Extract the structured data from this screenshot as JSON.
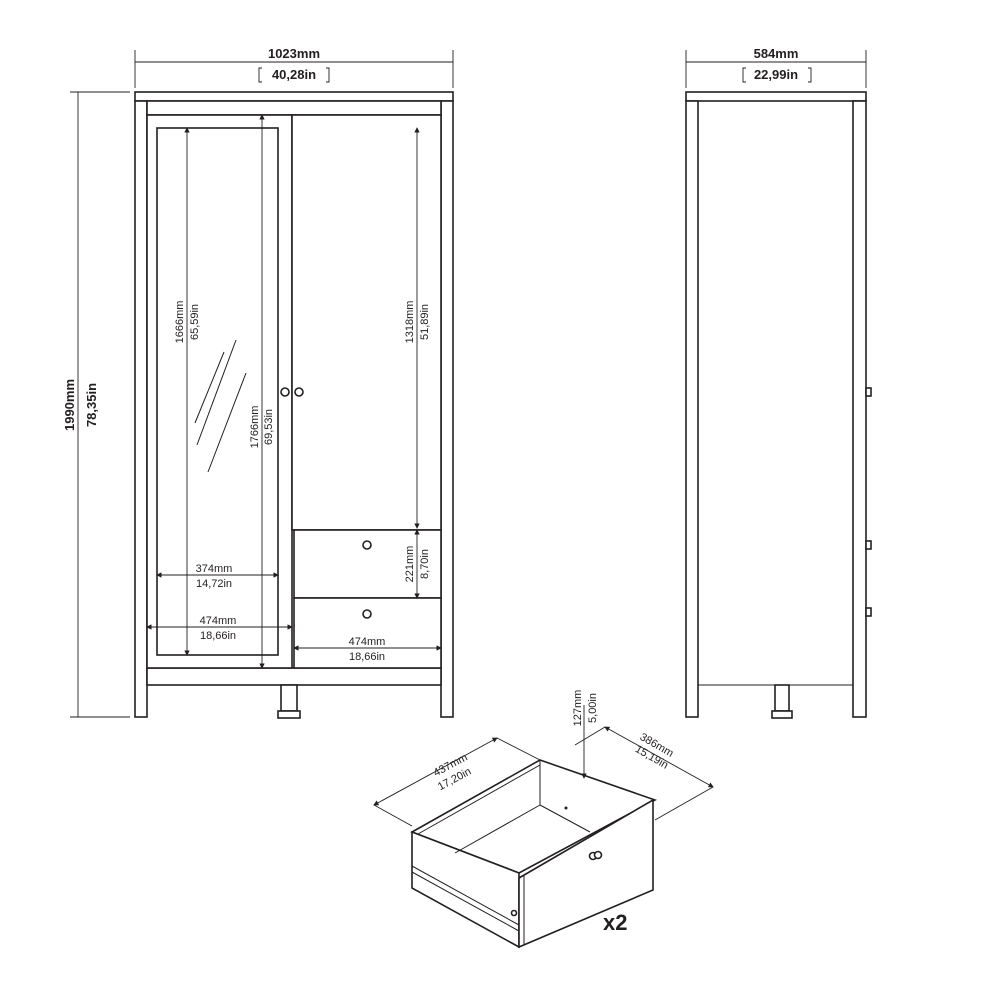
{
  "front_view": {
    "width": {
      "mm": "1023mm",
      "in": "40,28in"
    },
    "height": {
      "mm": "1990mm",
      "in": "78,35in"
    },
    "mirror_height": {
      "mm": "1666mm",
      "in": "65,59in"
    },
    "door_height": {
      "mm": "1766mm",
      "in": "69,53in"
    },
    "cabinet_height": {
      "mm": "1318mm",
      "in": "51,89in"
    },
    "drawer_height": {
      "mm": "221mm",
      "in": "8,70in"
    },
    "mirror_width": {
      "mm": "374mm",
      "in": "14,72in"
    },
    "left_door_width": {
      "mm": "474mm",
      "in": "18,66in"
    },
    "drawer_width": {
      "mm": "474mm",
      "in": "18,66in"
    }
  },
  "side_view": {
    "depth": {
      "mm": "584mm",
      "in": "22,99in"
    }
  },
  "drawer_detail": {
    "width": {
      "mm": "437mm",
      "in": "17,20in"
    },
    "depth": {
      "mm": "386mm",
      "in": "15,19in"
    },
    "height": {
      "mm": "127mm",
      "in": "5,00in"
    },
    "quantity": "x2"
  }
}
